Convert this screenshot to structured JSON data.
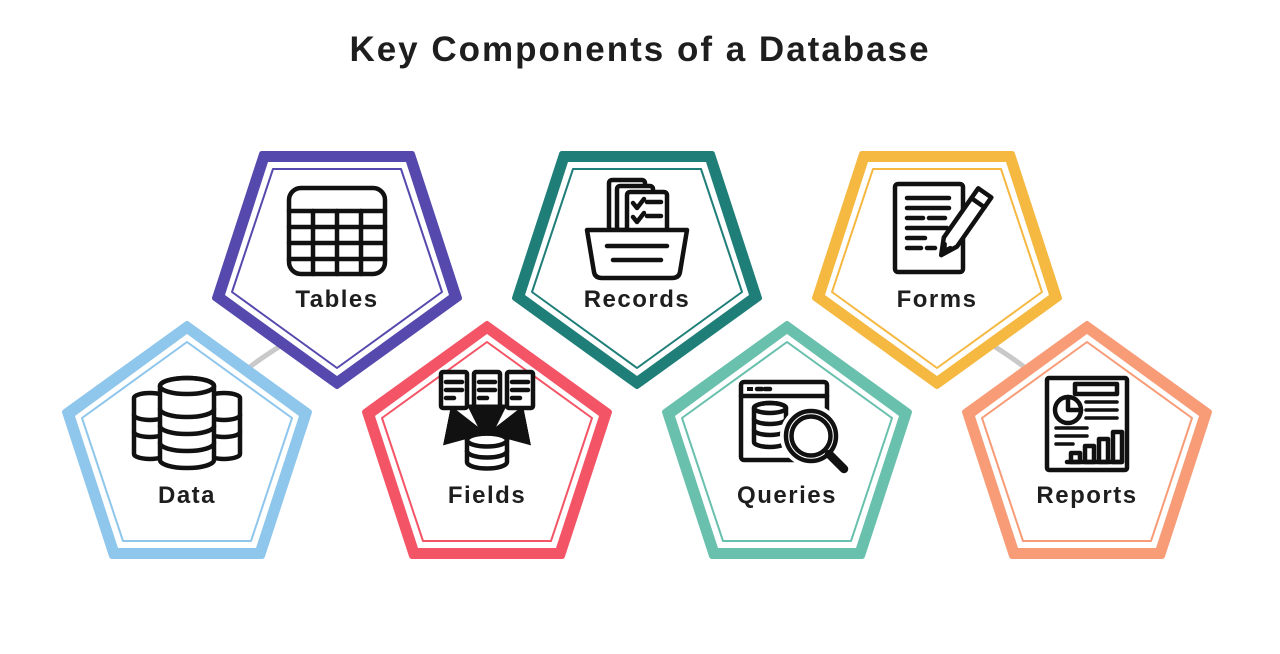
{
  "title": "Key Components of a Database",
  "text_color": "#1e1e1e",
  "icon_color": "#111111",
  "connector_color": "#c9c9c9",
  "nodes": [
    {
      "id": "tables",
      "label": "Tables",
      "color": "#5649ae",
      "icon": "table-grid-icon"
    },
    {
      "id": "records",
      "label": "Records",
      "color": "#1f7e78",
      "icon": "document-tray-icon"
    },
    {
      "id": "forms",
      "label": "Forms",
      "color": "#f5b942",
      "icon": "document-pencil-icon"
    },
    {
      "id": "data",
      "label": "Data",
      "color": "#8ec6ec",
      "icon": "database-stack-icon"
    },
    {
      "id": "fields",
      "label": "Fields",
      "color": "#f45566",
      "icon": "documents-to-database-icon"
    },
    {
      "id": "queries",
      "label": "Queries",
      "color": "#68c0ad",
      "icon": "database-search-icon"
    },
    {
      "id": "reports",
      "label": "Reports",
      "color": "#f89c78",
      "icon": "report-chart-icon"
    }
  ]
}
